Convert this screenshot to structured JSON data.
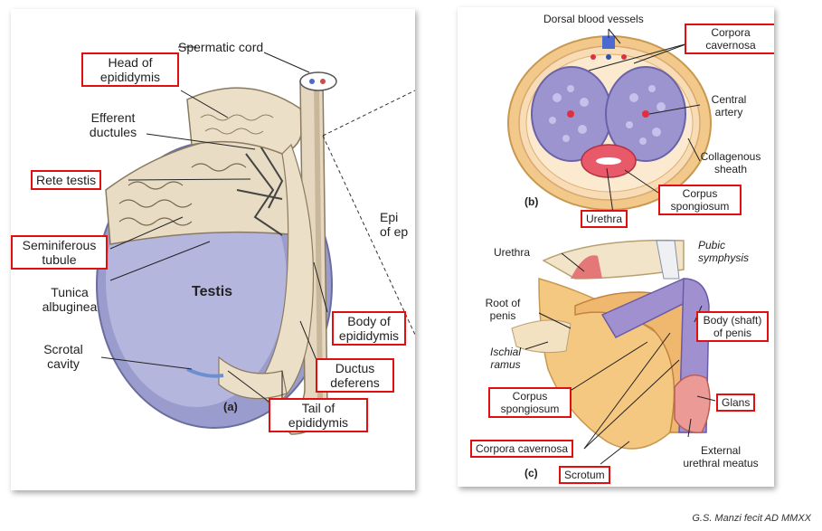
{
  "panel_a": {
    "spermatic_cord": "Spermatic cord",
    "head_epididymis": "Head of\nepididymis",
    "efferent_ductules": "Efferent\nductules",
    "rete_testis": "Rete testis",
    "seminiferous_tubule": "Seminiferous\ntubule",
    "tunica_albuginea": "Tunica\nalbuginea",
    "testis": "Testis",
    "scrotal_cavity": "Scrotal\ncavity",
    "body_epididymis": "Body of\nepididymis",
    "ductus_deferens": "Ductus\ndeferens",
    "tail_epididymis": "Tail of\nepididymis",
    "panel_letter": "(a)",
    "cut_label": "Epi\nof ep"
  },
  "panel_b": {
    "dorsal_vessels": "Dorsal blood vessels",
    "corpora_cavernosa_top": "Corpora\ncavernosa",
    "central_artery": "Central\nartery",
    "collagenous_sheath": "Collagenous\nsheath",
    "corpus_spongiosum_top": "Corpus\nspongiosum",
    "urethra_top": "Urethra",
    "letter_b": "(b)",
    "urethra_mid": "Urethra",
    "pubic_symphysis": "Pubic\nsymphysis",
    "root_penis": "Root of\npenis",
    "ischial_ramus": "Ischial\nramus",
    "body_shaft": "Body (shaft)\nof penis",
    "corpus_spongiosum_low": "Corpus\nspongiosum",
    "glans": "Glans",
    "corpora_cavernosa_low": "Corpora cavernosa",
    "external_meatus": "External\nurethral meatus",
    "scrotum": "Scrotum",
    "letter_c": "(c)"
  },
  "credit": "G.S. Manzi fecit  AD MMXX"
}
